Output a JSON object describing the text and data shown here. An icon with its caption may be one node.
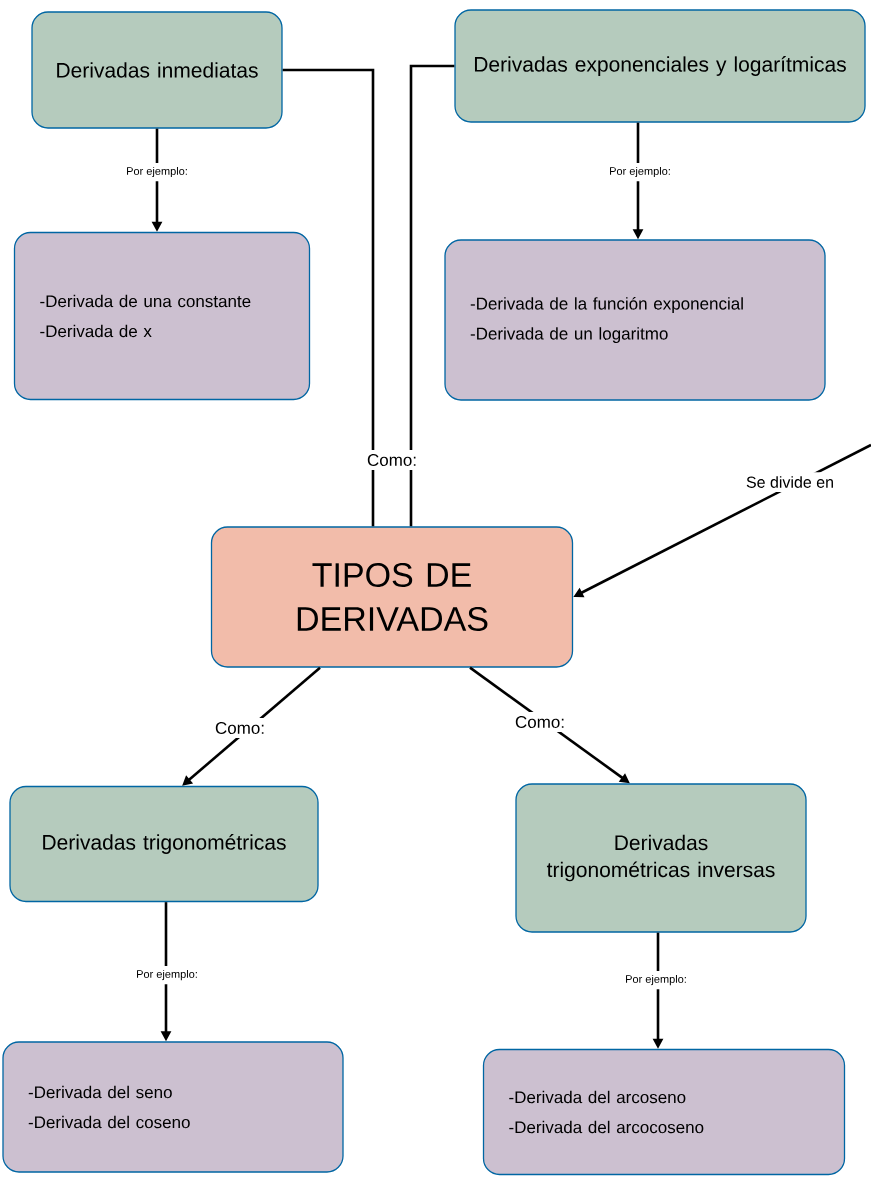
{
  "diagram": {
    "nodes": [
      {
        "text": [
          "TIPOS DE DERIVADAS"
        ]
      },
      {
        "text": [
          "Derivadas inmediatas"
        ]
      },
      {
        "text": [
          "-Derivada de una constante",
          "-Derivada de x"
        ]
      },
      {
        "text": [
          "Derivadas exponenciales y logarítmicas"
        ]
      },
      {
        "text": [
          "-Derivada de la función exponencial",
          "-Derivada de un logaritmo"
        ]
      },
      {
        "text": [
          "Derivadas trigonométricas"
        ]
      },
      {
        "text": [
          "-Derivada del seno",
          "-Derivada del coseno"
        ]
      },
      {
        "text": [
          "Derivadas trigonométricas inversas"
        ]
      },
      {
        "text": [
          "-Derivada del arcoseno",
          "-Derivada del arcocoseno"
        ]
      }
    ],
    "edges": [
      {
        "from": 0,
        "to": 1,
        "arrow": "none",
        "label": "Como:"
      },
      {
        "from": 0,
        "to": 3,
        "arrow": "none"
      },
      {
        "from": 1,
        "to": 2,
        "arrow": "to",
        "label": "Por ejemplo:"
      },
      {
        "from": 3,
        "to": 4,
        "arrow": "to",
        "label": "Por ejemplo:"
      },
      {
        "from": null,
        "to": 0,
        "arrow": "to",
        "label": "Se divide en"
      },
      {
        "from": 0,
        "to": 5,
        "arrow": "to",
        "label": "Como:"
      },
      {
        "from": 0,
        "to": 7,
        "arrow": "to",
        "label": "Como:"
      },
      {
        "from": 5,
        "to": 6,
        "arrow": "to",
        "label": "Por ejemplo:"
      },
      {
        "from": 7,
        "to": 8,
        "arrow": "to",
        "label": "Por ejemplo:"
      }
    ]
  }
}
